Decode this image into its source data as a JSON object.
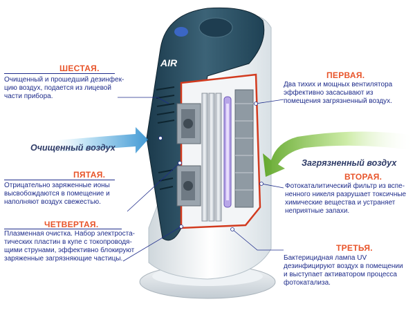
{
  "device": {
    "brand_logo": "AIR"
  },
  "flows": {
    "clean_air": "Очищенный воздух",
    "dirty_air": "Загрязненный воздух"
  },
  "stages": {
    "sixth": {
      "title": "ШЕСТАЯ.",
      "lines": [
        "Очищенный и прошедший дезинфек-",
        "цию воздух, подается из лицевой",
        "части прибора."
      ]
    },
    "first": {
      "title": "ПЕРВАЯ.",
      "lines": [
        "Два тихих и мощных вентилятора",
        "эффективно засасывают из",
        "помещения загрязненный воздух."
      ]
    },
    "fifth": {
      "title": "ПЯТАЯ.",
      "lines": [
        "Отрицательно заряженные ионы",
        "высвобождаются в помещение и",
        "наполняют воздух свежестью."
      ]
    },
    "second": {
      "title": "ВТОРАЯ.",
      "lines": [
        "Фотокаталитический фильтр из вспе-",
        "ненного никеля разрушает токсичные",
        "химические вещества и устраняет",
        "неприятные запахи."
      ]
    },
    "fourth": {
      "title": "ЧЕТВЕРТАЯ.",
      "lines": [
        "Плазменная очистка. Набор электроста-",
        "тических пластин в купе с токопроводя-",
        "щими струнами, эффективно блокируют",
        "заряженные загрязняющие частицы."
      ]
    },
    "third": {
      "title": "ТРЕТЬЯ.",
      "lines": [
        "Бактерицидная лампа UV",
        "дезинфицируют воздух в помещении",
        "и выступает активатором процесса",
        "фотокатализа."
      ]
    }
  }
}
